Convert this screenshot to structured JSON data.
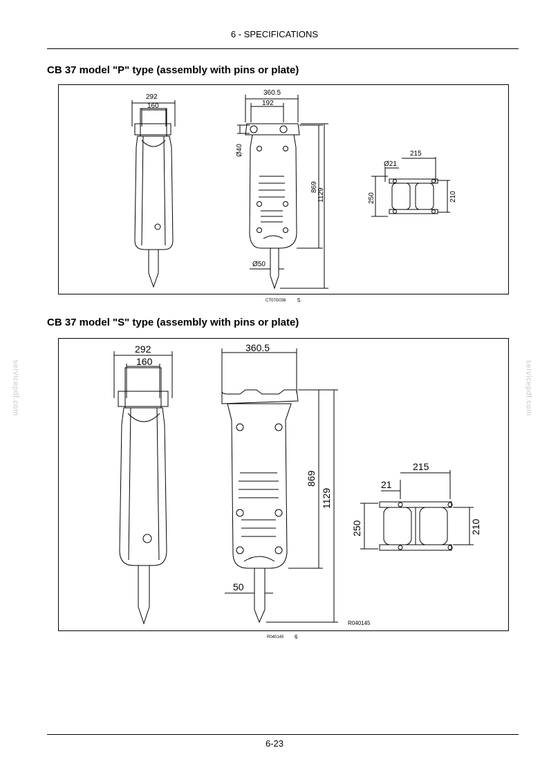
{
  "header": {
    "section": "6 - SPECIFICATIONS"
  },
  "sections": [
    {
      "title": "CB 37 model \"P\" type (assembly with pins or plate)",
      "dims": {
        "front_width": "292",
        "front_inner": "160",
        "side_width": "360.5",
        "side_inner": "192",
        "pin_dia": "Ø40",
        "height_body": "869",
        "height_total": "1129",
        "tool_dia": "Ø50",
        "plate_hole_dia": "Ø21",
        "plate_spacing": "215",
        "plate_height": "250",
        "plate_inner": "210"
      },
      "figure_code": "CT07G038",
      "figure_number": "5"
    },
    {
      "title": "CB 37 model \"S\" type (assembly with pins or plate)",
      "dims": {
        "front_width": "292",
        "front_inner": "160",
        "side_width": "360.5",
        "height_body": "869",
        "height_total": "1129",
        "tool_dia": "50",
        "plate_hole": "21",
        "plate_spacing": "215",
        "plate_height": "250",
        "plate_inner": "210"
      },
      "panel_code": "R040145",
      "figure_code": "R040145",
      "figure_number": "6"
    }
  ],
  "watermark": "servicepdf.com",
  "footer": {
    "page": "6-23"
  }
}
